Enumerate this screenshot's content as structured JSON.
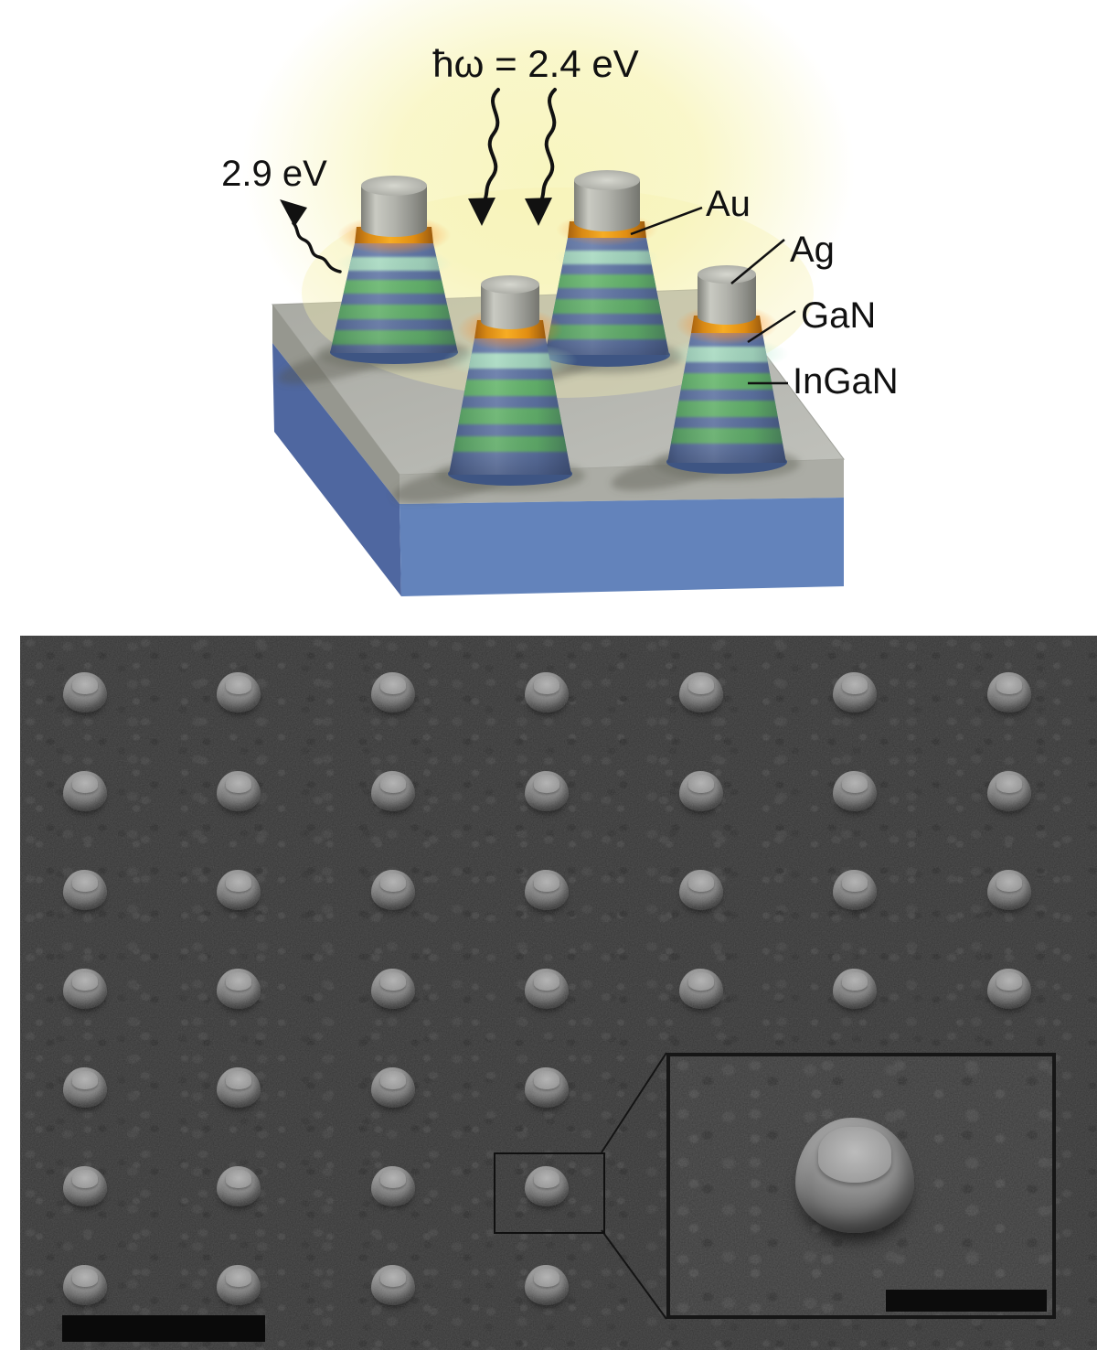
{
  "figure": {
    "type": "scientific-figure",
    "panels": [
      "schematic-3d",
      "sem-micrograph"
    ]
  },
  "schematic": {
    "excitation_label": "ħω = 2.4 eV",
    "emission_label": "2.9 eV",
    "labels": {
      "au": "Au",
      "ag": "Ag",
      "gan": "GaN",
      "ingan": "InGaN"
    },
    "pillar_count": 4,
    "quantum_wells_per_pillar": 3,
    "colors": {
      "glow": "#f8f5bd",
      "slab_top": "#b4b5af",
      "slab_gray_front": "#abaca5",
      "slab_gray_left": "#96978f",
      "slab_blue_front": "#6383bb",
      "slab_blue_left": "#4f67a0",
      "pillar_blue": "#6379a9",
      "quantum_well_green": "#69be6d",
      "active_stripe_cyan": "#aadec3",
      "au_band_orange": "#f0a01e",
      "ag_cap_gray": "#b2b3ac",
      "cone_base_blue": "#3e5583",
      "text": "#111111"
    }
  },
  "sem": {
    "background": "#343434",
    "dome_columns": 7,
    "dome_rows": 7,
    "grid": {
      "cols": [
        71,
        239,
        408,
        576,
        745,
        913,
        1082
      ],
      "rows": [
        62,
        170,
        278,
        386,
        494,
        602,
        710
      ],
      "dome_width": 48,
      "dome_height": 44
    },
    "scale_bar_color": "#0a0a0a",
    "inset": {
      "present": true,
      "scale_bar_color": "#0c0c0c"
    }
  }
}
